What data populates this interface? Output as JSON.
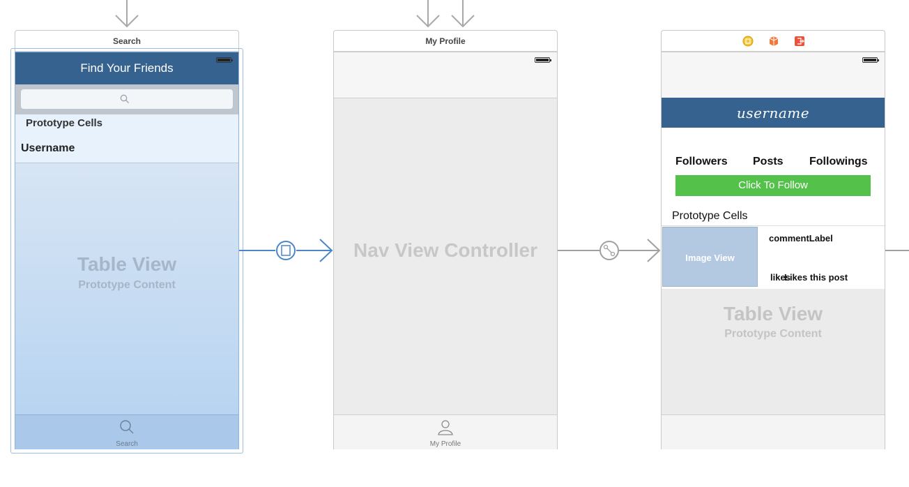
{
  "scenes": {
    "search": {
      "title": "Search",
      "nav_title": "Find Your Friends",
      "search_placeholder": "",
      "section_header": "Prototype Cells",
      "cell_label": "Username",
      "table_title": "Table View",
      "table_subtitle": "Prototype Content",
      "tab_label": "Search",
      "tab_icon": "search-icon",
      "selected": true
    },
    "nav_controller": {
      "title": "My Profile",
      "center_label": "Nav View Controller",
      "tab_label": "My Profile",
      "tab_icon": "person-icon"
    },
    "profile": {
      "title": "",
      "header_icons": [
        "view-controller-icon",
        "first-responder-icon",
        "exit-icon"
      ],
      "username": "username",
      "stats": [
        "Followers",
        "Posts",
        "Followings"
      ],
      "follow_button": "Click To Follow",
      "section_header": "Prototype Cells",
      "image_view_label": "Image View",
      "comment_label": "commentLabel",
      "likes_overlap_a": "likes",
      "likes_overlap_b": "Likes this post",
      "table_title": "Table View",
      "table_subtitle": "Prototype Content"
    }
  },
  "segues": [
    {
      "name": "relationship-segue",
      "icon": "relationship-segue-icon"
    },
    {
      "name": "show-segue",
      "icon": "show-segue-icon"
    }
  ],
  "colors": {
    "nav_blue": "#36628f",
    "selection_blue": "#a9c8ea",
    "follow_green": "#54c24a",
    "segue_blue": "#4a86c8",
    "segue_gray": "#a0a0a0",
    "image_view": "#b3c8e1"
  }
}
